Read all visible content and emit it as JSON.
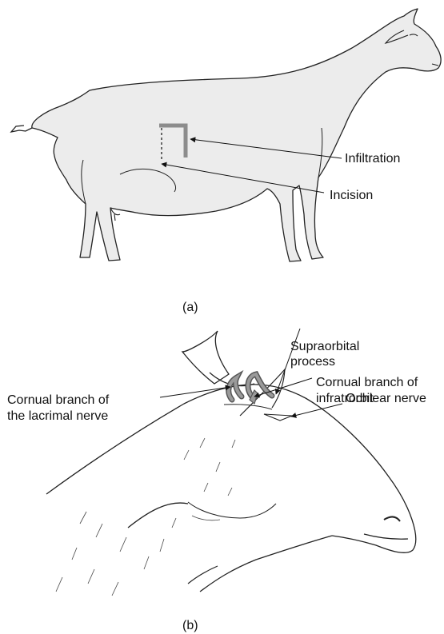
{
  "figure_a": {
    "caption": "(a)",
    "labels": {
      "infiltration": "Infiltration",
      "incision": "Incision"
    }
  },
  "figure_b": {
    "caption": "(b)",
    "labels": {
      "supraorbital_line1": "Supraorbital",
      "supraorbital_line2": "process",
      "infratrochlear_line1": "Cornual branch of",
      "infratrochlear_line2": "infratrochlear nerve",
      "lacrimal_line1": "Cornual branch of",
      "lacrimal_line2": "the lacrimal nerve",
      "orbit": "Orbit"
    }
  },
  "colors": {
    "outline": "#222222",
    "body_fill": "#ececec",
    "infiltration_marker": "#8c8c8c",
    "nerve_fill": "#9a9a9a"
  }
}
